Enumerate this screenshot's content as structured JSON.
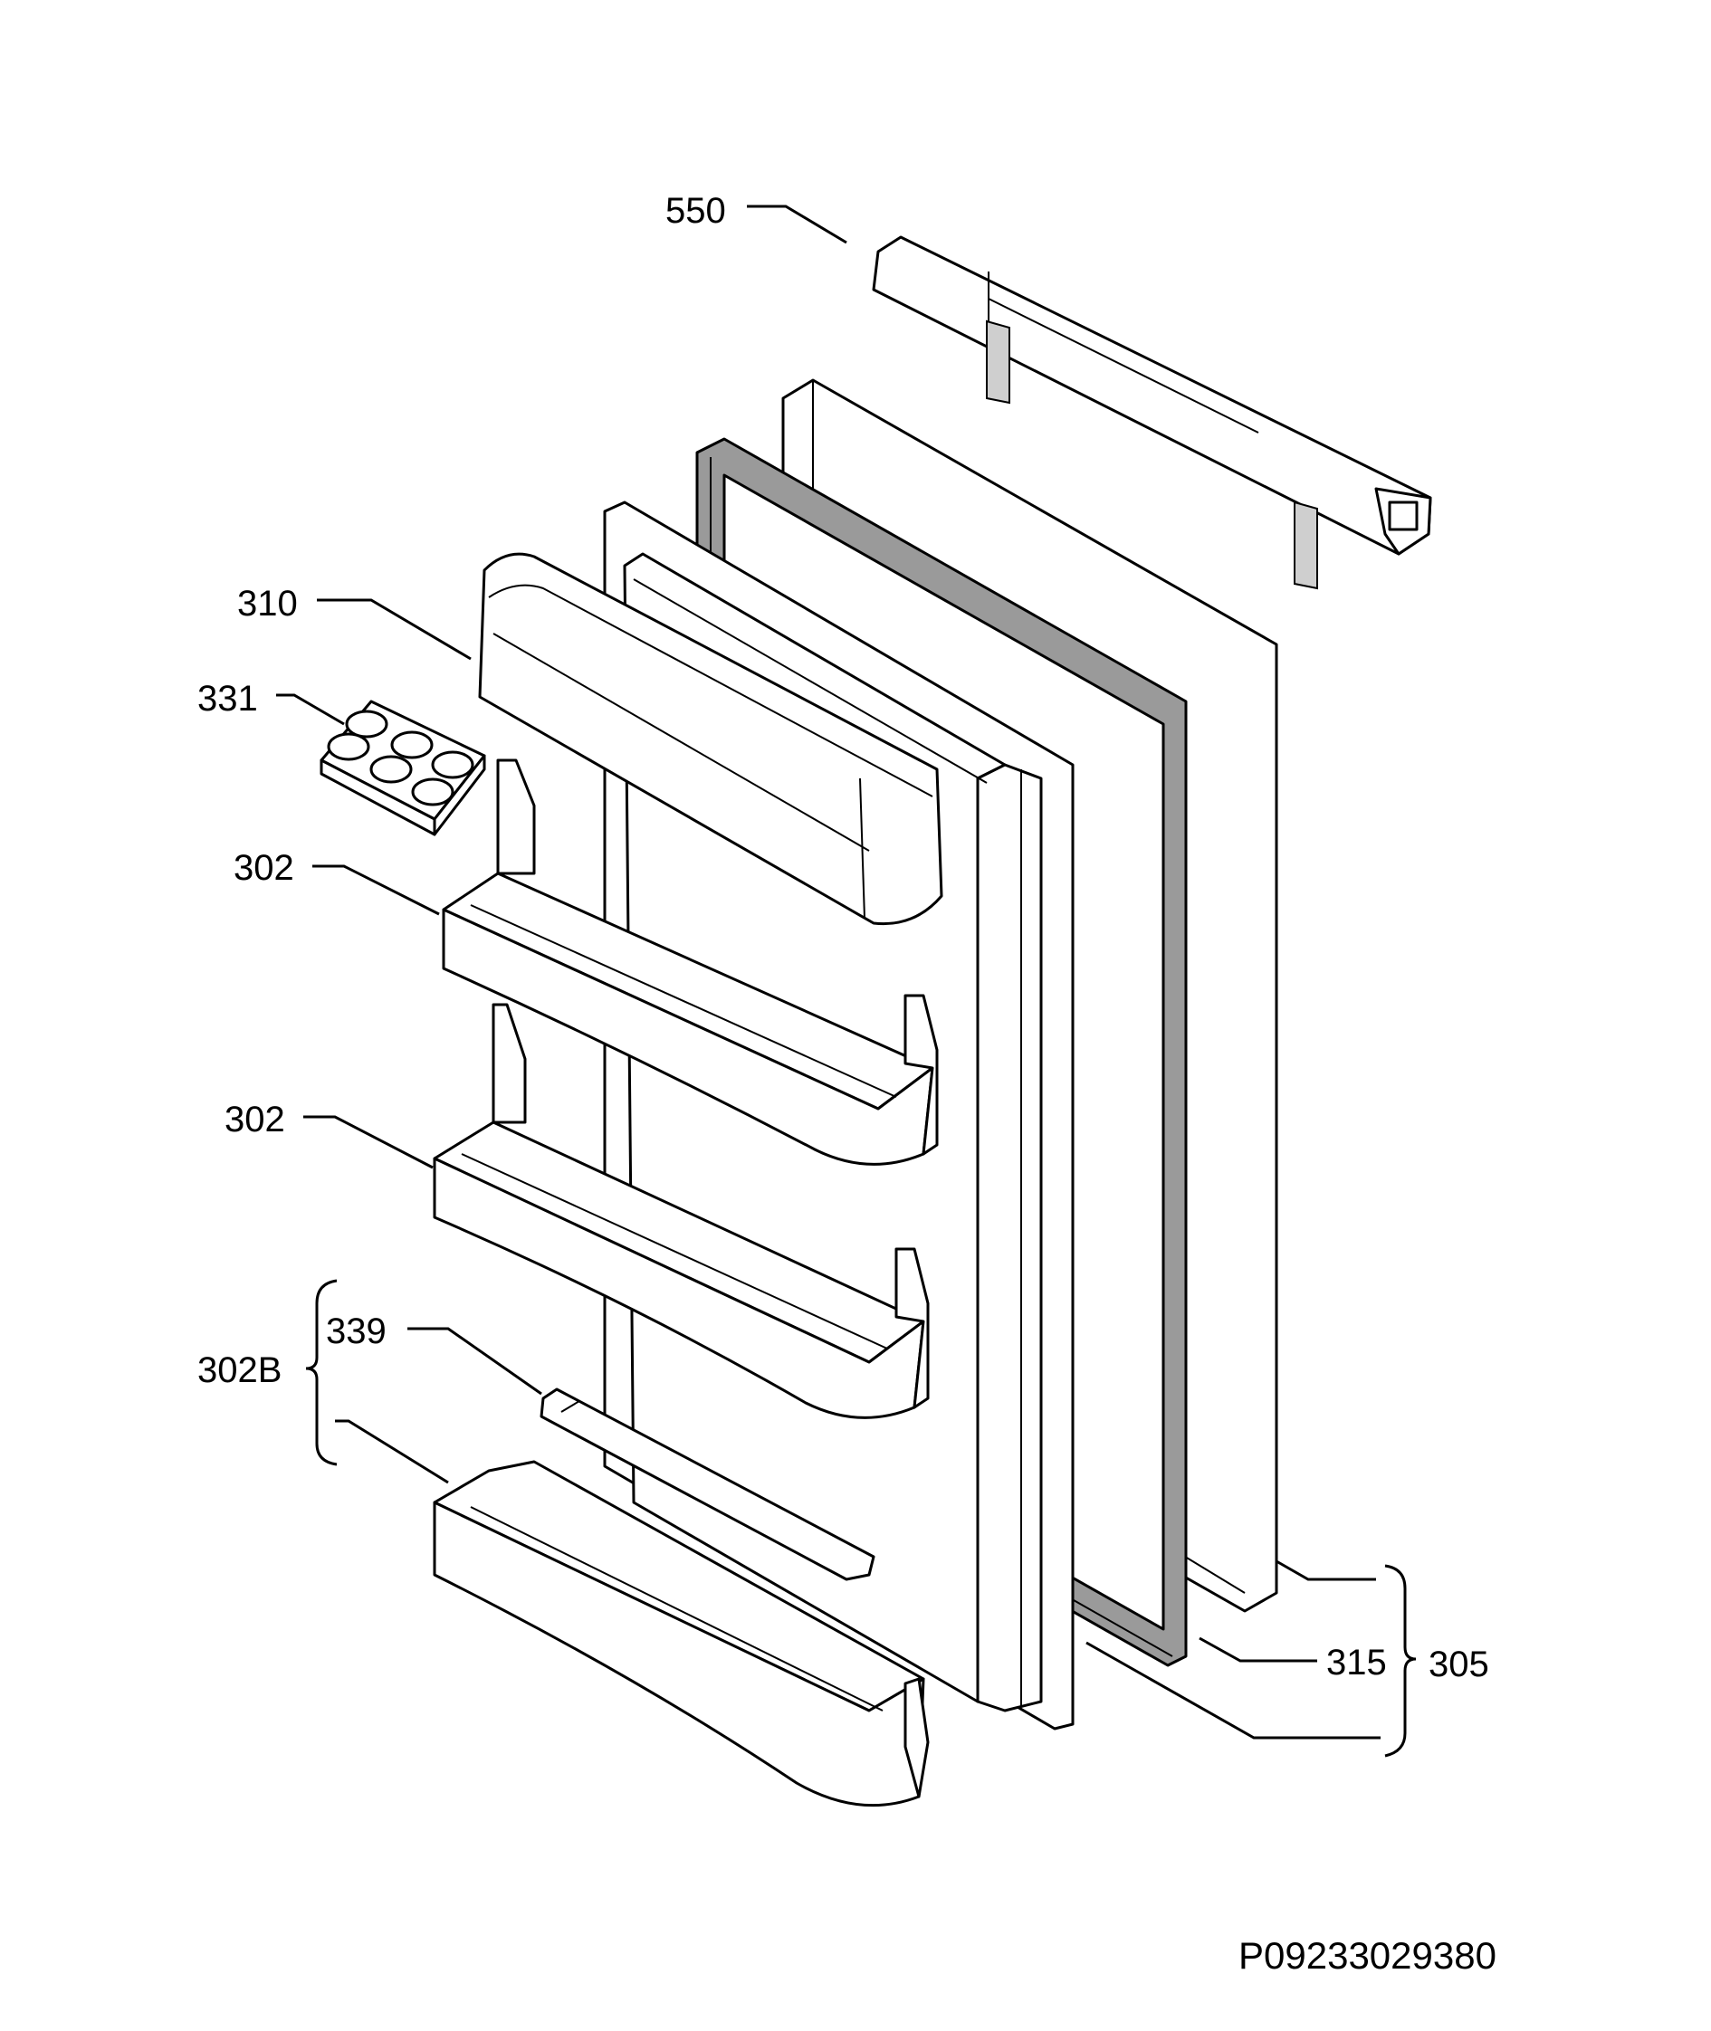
{
  "labels": {
    "hinge_bar": "550",
    "dairy_cover": "310",
    "egg_tray": "331",
    "door_shelf_upper": "302",
    "door_shelf_middle": "302",
    "bottle_shelf_group": "302B",
    "bottle_retainer": "339",
    "gasket": "315",
    "door_assembly": "305"
  },
  "drawing_reference": "P09233029380"
}
